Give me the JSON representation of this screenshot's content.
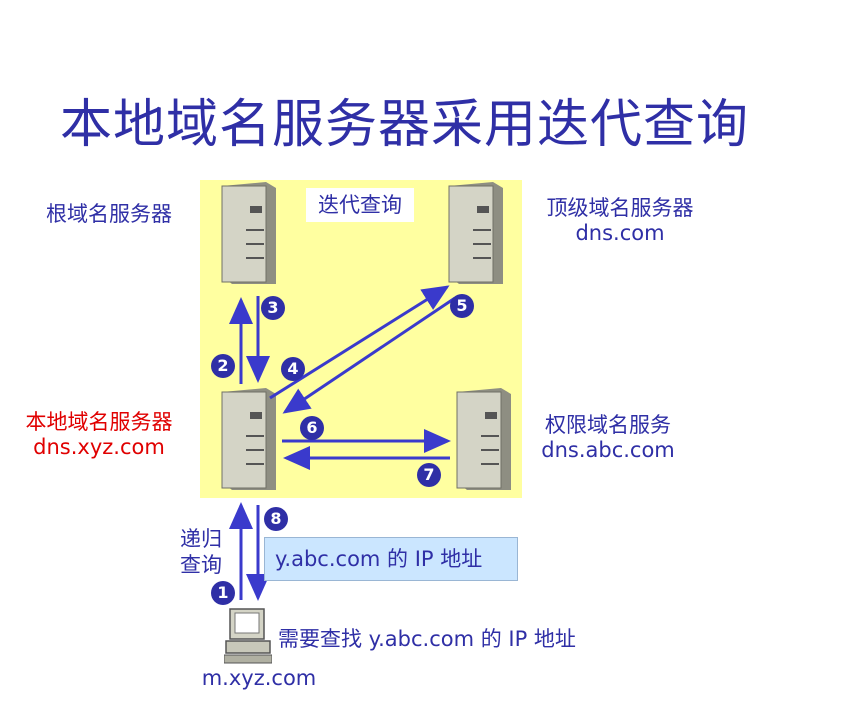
{
  "title": "本地域名服务器采用迭代查询",
  "iteration_label": "迭代查询",
  "servers": {
    "root": {
      "label": "根域名服务器"
    },
    "tld": {
      "label": "顶级域名服务器",
      "host": "dns.com"
    },
    "local": {
      "label": "本地域名服务器",
      "host": "dns.xyz.com"
    },
    "authoritative": {
      "label": "权限域名服务",
      "host": "dns.abc.com"
    }
  },
  "client": {
    "host": "m.xyz.com",
    "request": "需要查找 y.abc.com 的 IP 地址"
  },
  "recursive_label": {
    "line1": "递归",
    "line2": "查询"
  },
  "answer_box": "y.abc.com 的 IP 地址",
  "steps": [
    "1",
    "2",
    "3",
    "4",
    "5",
    "6",
    "7",
    "8"
  ],
  "colors": {
    "title": "#2f2fa6",
    "panel": "#ffffa0",
    "accent_red": "#e00000",
    "arrow": "#3a3acc"
  }
}
